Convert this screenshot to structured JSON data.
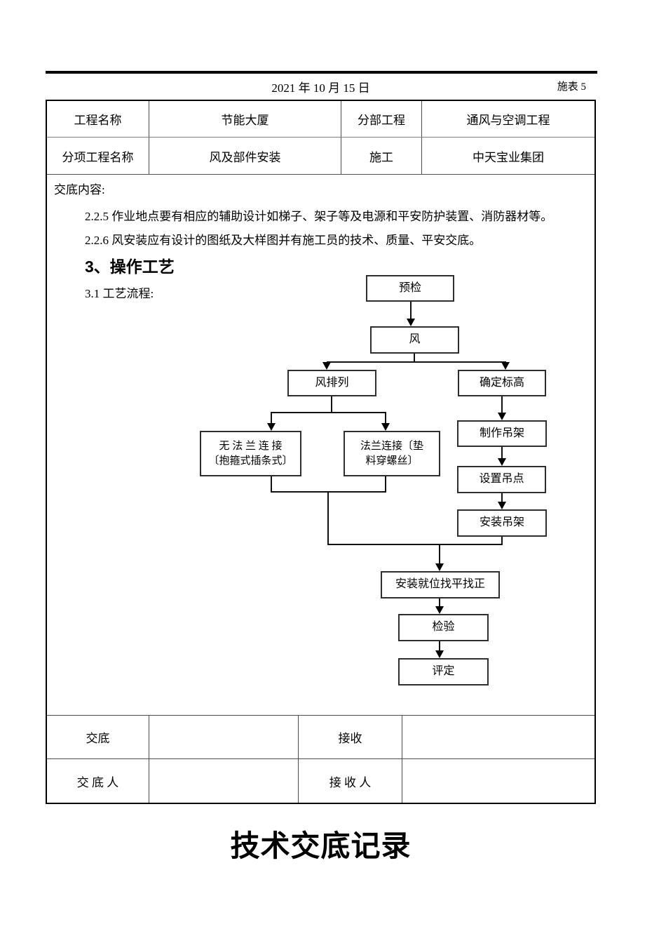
{
  "header": {
    "date": "2021 年 10 月 15 日",
    "sheet_no": "施表 5"
  },
  "info_table": {
    "rows": [
      {
        "label1": "工程名称",
        "value1": "节能大厦",
        "label2": "分部工程",
        "value2": "通风与空调工程"
      },
      {
        "label1": "分项工程名称",
        "value1": "风及部件安装",
        "label2": "施工",
        "value2": "中天宝业集团"
      }
    ]
  },
  "content": {
    "section_label": "交底内容:",
    "paragraphs": [
      "2.2.5 作业地点要有相应的辅助设计如梯子、架子等及电源和平安防护装置、消防器材等。",
      "2.2.6 风安装应有设计的图纸及大样图并有施工员的技术、质量、平安交底。"
    ],
    "heading": "3、操作工艺",
    "subheading": "3.1 工艺流程:"
  },
  "flowchart": {
    "nodes": [
      {
        "id": "yujian",
        "label": "预检"
      },
      {
        "id": "feng",
        "label": "风"
      },
      {
        "id": "fengpailie",
        "label": "风排列"
      },
      {
        "id": "quedingbiaogao",
        "label": "确定标高"
      },
      {
        "id": "wufalan",
        "label": "无 法 兰 连 接\n〔抱箍式插条式〕"
      },
      {
        "id": "falan",
        "label": "法兰连接〔垫\n料穿螺丝〕"
      },
      {
        "id": "zhizuodiaojia",
        "label": "制作吊架"
      },
      {
        "id": "shezhidiaodian",
        "label": "设置吊点"
      },
      {
        "id": "anzhuangdiaojia",
        "label": "安装吊架"
      },
      {
        "id": "jiuwei",
        "label": "安装就位找平找正"
      },
      {
        "id": "jianyan",
        "label": "检验"
      },
      {
        "id": "pingding",
        "label": "评定"
      }
    ]
  },
  "sign_table": {
    "rows": [
      {
        "label1": "交底",
        "label2": "接收"
      },
      {
        "label1": "交 底 人",
        "label2": "接 收 人"
      }
    ]
  },
  "footer": {
    "title": "技术交底记录"
  }
}
